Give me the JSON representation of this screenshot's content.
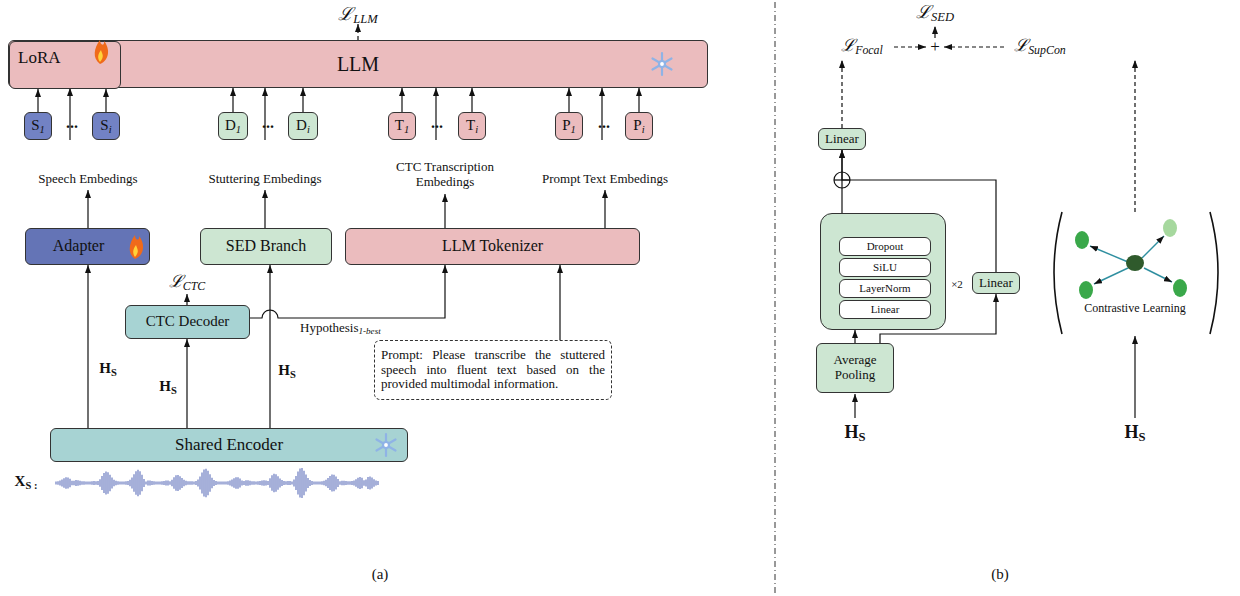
{
  "diagram": {
    "nodes": [
      {
        "text": [
          "LLM"
        ]
      },
      {
        "text": [
          "LoRA"
        ],
        "in": 0
      },
      {
        "text": [
          "S1"
        ]
      },
      {
        "text": [
          "Si"
        ]
      },
      {
        "text": [
          "D1"
        ]
      },
      {
        "text": [
          "Di"
        ]
      },
      {
        "text": [
          "T1"
        ]
      },
      {
        "text": [
          "Ti"
        ]
      },
      {
        "text": [
          "P1"
        ]
      },
      {
        "text": [
          "Pi"
        ]
      },
      {
        "text": [
          "Adapter"
        ]
      },
      {
        "text": [
          "SED Branch"
        ]
      },
      {
        "text": [
          "LLM Tokenizer"
        ]
      },
      {
        "text": [
          "CTC Decoder"
        ]
      },
      {
        "text": [
          "Shared Encoder"
        ]
      },
      {
        "text": [
          "Prompt: Please transcribe the stuttered speech into fluent text based on the provided multimodal information."
        ]
      },
      {
        "text": [
          "Linear"
        ]
      },
      {
        "text": []
      },
      {
        "text": [
          "Dropout"
        ],
        "in": 17
      },
      {
        "text": [
          "SiLU"
        ],
        "in": 17
      },
      {
        "text": [
          "LayerNorm"
        ],
        "in": 17
      },
      {
        "text": [
          "Linear"
        ],
        "in": 17
      },
      {
        "text": [
          "Linear"
        ]
      },
      {
        "text": [
          "Average Pooling"
        ]
      }
    ],
    "edges": [
      {
        "from": 2,
        "to": 1,
        "arrow": "to"
      },
      {
        "from": 3,
        "to": 1,
        "arrow": "to"
      },
      {
        "from": 4,
        "to": 0,
        "arrow": "to"
      },
      {
        "from": 5,
        "to": 0,
        "arrow": "to"
      },
      {
        "from": 6,
        "to": 0,
        "arrow": "to"
      },
      {
        "from": 7,
        "to": 0,
        "arrow": "to"
      },
      {
        "from": 8,
        "to": 0,
        "arrow": "to"
      },
      {
        "from": 9,
        "to": 0,
        "arrow": "to"
      },
      {
        "from": 14,
        "to": 10,
        "arrow": "to"
      },
      {
        "from": 14,
        "to": 13,
        "arrow": "to"
      },
      {
        "from": 14,
        "to": 11,
        "arrow": "to"
      },
      {
        "from": 13,
        "to": 12,
        "arrow": "to",
        "label": "Hypothesis1-best"
      },
      {
        "from": 15,
        "to": 12,
        "arrow": "to"
      },
      {
        "from": 23,
        "to": 17,
        "arrow": "to"
      },
      {
        "from": 23,
        "to": 22,
        "arrow": "to"
      },
      {
        "from": 17,
        "to": 16,
        "arrow": "to"
      },
      {
        "from": 22,
        "to": 16,
        "arrow": "to"
      }
    ],
    "labels": [
      "ℒLLM",
      "...",
      "...",
      "...",
      "...",
      "Speech Embedings",
      "Stuttering Embedings",
      "CTC Transcription Embedings",
      "Prompt Text Embedings",
      "ℒCTC",
      "HS",
      "HS",
      "HS",
      "XS :",
      "(a)",
      "ℒSED",
      "ℒFocal",
      "+",
      "ℒSupCon",
      "×2",
      "HS",
      "HS",
      "Contrastive Learning",
      "(b)"
    ]
  }
}
